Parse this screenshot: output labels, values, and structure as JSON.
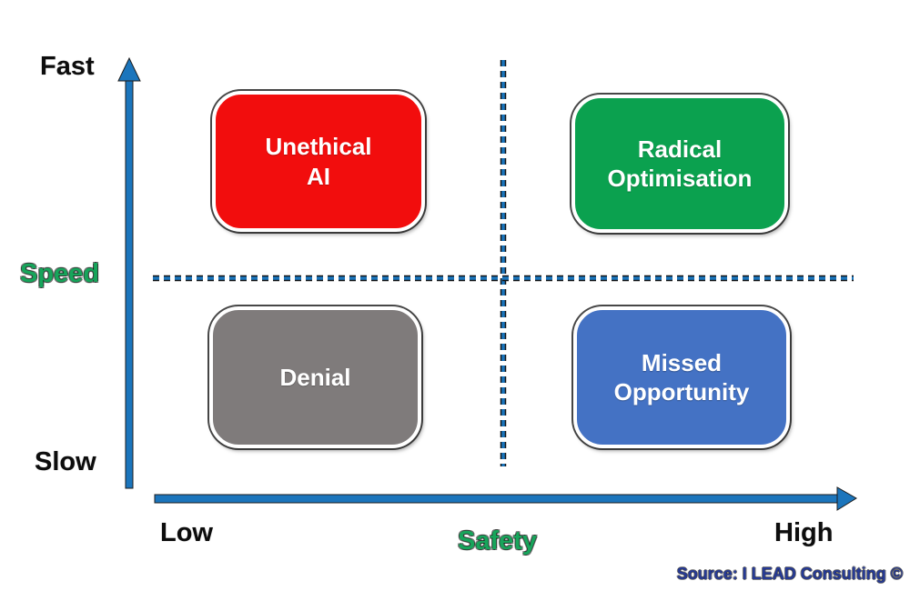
{
  "colors": {
    "background": "#ffffff",
    "axis_blue": "#1b75bc",
    "label_green": "#17a55b",
    "source_blue": "#263a96"
  },
  "y_axis": {
    "label": "Speed",
    "top_label": "Fast",
    "bottom_label": "Slow"
  },
  "x_axis": {
    "label": "Safety",
    "left_label": "Low",
    "right_label": "High"
  },
  "quadrants": [
    {
      "position": "top-left",
      "lines": [
        "Unethical",
        "AI"
      ],
      "color": "#f20d0d"
    },
    {
      "position": "top-right",
      "lines": [
        "Radical",
        "Optimisation"
      ],
      "color": "#0ba14f"
    },
    {
      "position": "bottom-left",
      "lines": [
        "Denial"
      ],
      "color": "#7f7b7b"
    },
    {
      "position": "bottom-right",
      "lines": [
        "Missed",
        "Opportunity"
      ],
      "color": "#4472c4"
    }
  ],
  "source_credit": "Source: I LEAD Consulting ©"
}
